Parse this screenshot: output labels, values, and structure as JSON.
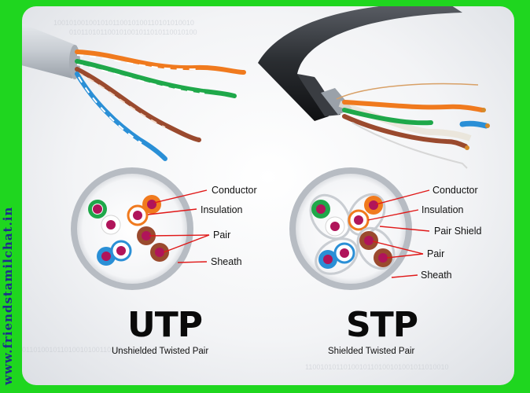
{
  "site": {
    "watermark": "www.friendstamilchat.in"
  },
  "utp": {
    "title": "UTP",
    "subtitle": "Unshielded Twisted Pair",
    "labels": {
      "conductor": "Conductor",
      "insulation": "Insulation",
      "pair": "Pair",
      "sheath": "Sheath"
    }
  },
  "stp": {
    "title": "STP",
    "subtitle": "Shielded Twisted Pair",
    "labels": {
      "conductor": "Conductor",
      "insulation": "Insulation",
      "pair_shield": "Pair Shield",
      "pair": "Pair",
      "sheath": "Sheath"
    }
  },
  "colors": {
    "frame": "#1fd61f",
    "leader": "#e01818",
    "orange": "#f07a1e",
    "green": "#1fa84a",
    "blue": "#2a8fd6",
    "brown": "#9a4a2e",
    "conductor": "#b0145a"
  }
}
